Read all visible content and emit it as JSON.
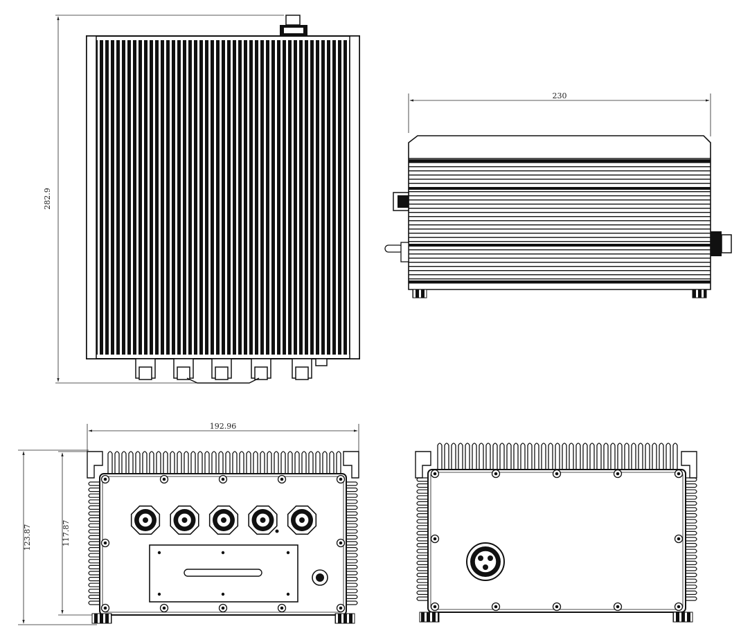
{
  "dimensions": {
    "top_height": "282.9",
    "side_width": "230",
    "front_width": "192.96",
    "front_height_outer": "123.87",
    "front_height_inner": "117.87"
  },
  "views": [
    "top-view",
    "side-view",
    "front-view",
    "rear-view"
  ],
  "connectors": {
    "front_panel_count": 5,
    "rear_panel_count": 1
  }
}
